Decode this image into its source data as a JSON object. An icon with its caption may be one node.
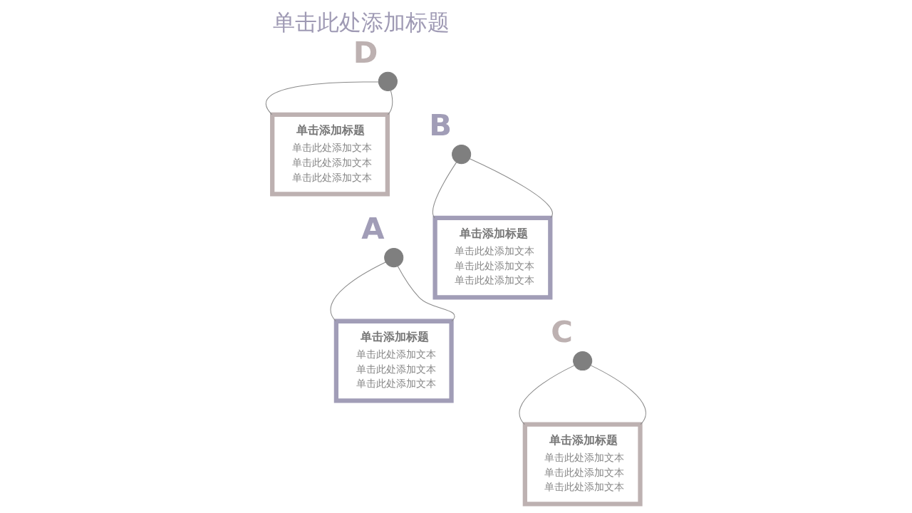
{
  "diagram": {
    "title": "单击此处添加标题",
    "nodes": [
      {
        "text": [],
        "shape": "circle",
        "beside": [
          "A"
        ]
      },
      {
        "text": [
          "单击添加标题",
          "单击此处添加文本",
          "单击此处添加文本",
          "单击此处添加文本"
        ]
      },
      {
        "text": [],
        "shape": "circle",
        "beside": [
          "B"
        ]
      },
      {
        "text": [
          "单击添加标题",
          "单击此处添加文本",
          "单击此处添加文本",
          "单击此处添加文本"
        ]
      },
      {
        "text": [],
        "shape": "circle",
        "beside": [
          "C"
        ]
      },
      {
        "text": [
          "单击添加标题",
          "单击此处添加文本",
          "单击此处添加文本",
          "单击此处添加文本"
        ]
      },
      {
        "text": [],
        "shape": "circle",
        "beside": [
          "D"
        ]
      },
      {
        "text": [
          "单击添加标题",
          "单击此处添加文本",
          "单击此处添加文本",
          "单击此处添加文本"
        ]
      }
    ],
    "edges": [
      {
        "from": 0,
        "to": 1,
        "arrow": "none"
      },
      {
        "from": 0,
        "to": 1,
        "arrow": "none"
      },
      {
        "from": 2,
        "to": 3,
        "arrow": "none"
      },
      {
        "from": 2,
        "to": 3,
        "arrow": "none"
      },
      {
        "from": 4,
        "to": 5,
        "arrow": "none"
      },
      {
        "from": 4,
        "to": 5,
        "arrow": "none"
      },
      {
        "from": 6,
        "to": 7,
        "arrow": "none"
      },
      {
        "from": 6,
        "to": 7,
        "arrow": "none"
      }
    ]
  }
}
